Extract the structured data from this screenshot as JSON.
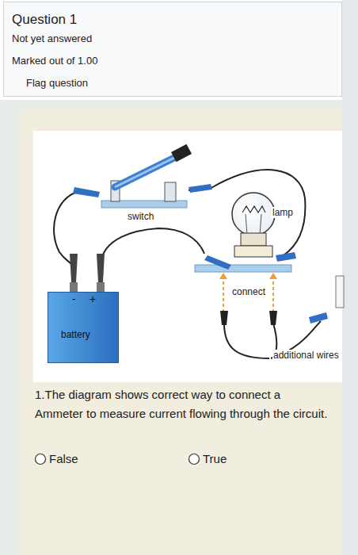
{
  "diagram": {
    "nodes": [
      {
        "text": [
          "Question 1",
          "Not yet answered",
          "Marked out of 1.00",
          "Flag question"
        ]
      },
      {
        "text": [
          "1.The diagram shows correct way to connect a Ammeter to measure current flowing through the circuit.",
          "False",
          "True"
        ]
      },
      {
        "text": [
          "-",
          "+",
          "battery"
        ],
        "in": 1
      }
    ],
    "labels": [
      "switch",
      "lamp",
      "connect",
      "additional wires"
    ]
  }
}
